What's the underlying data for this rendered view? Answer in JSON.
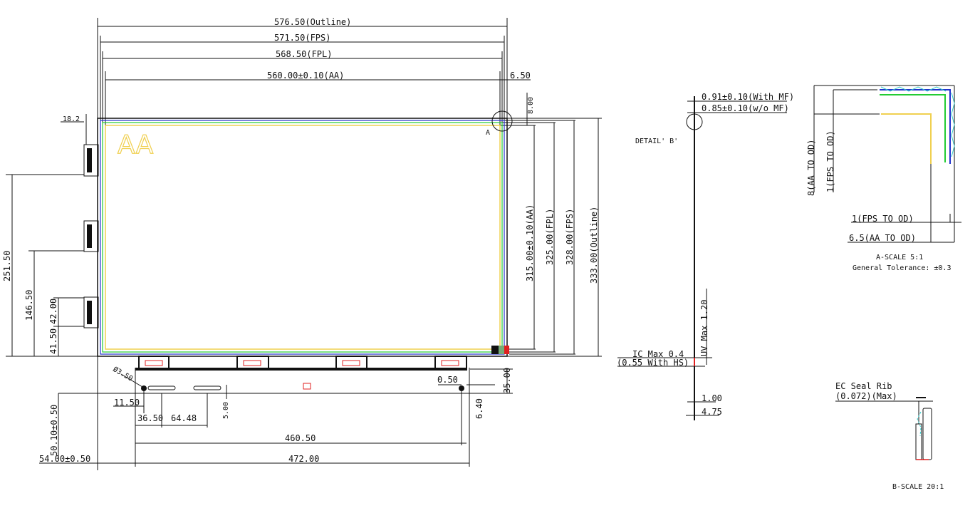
{
  "title": "LCD panel mechanical outline drawing",
  "colors": {
    "outline": "#111111",
    "fps": "#2233cc",
    "fpl": "#22cc33",
    "aa": "#f0d050",
    "connector": "#e02020",
    "seal": "#33cccc"
  },
  "front_view": {
    "aa_label": "AA",
    "point_a_label": "A",
    "dims_horizontal": {
      "outline": "576.50(Outline)",
      "fps": "571.50(FPS)",
      "fpl": "568.50(FPL)",
      "aa": "560.00±0.10(AA)",
      "right_offset": "6.50"
    },
    "dims_vertical": {
      "top_offset": "8.00",
      "aa": "315.00±0.10(AA)",
      "fpl": "325.00(FPL)",
      "fps": "328.00(FPS)",
      "outline": "333.00(Outline)"
    },
    "dims_left": {
      "top_tab": "18.2",
      "tab1": "251.50",
      "tab2": "146.50",
      "tab3_height": "42.00",
      "tab3_offset": "41.50"
    },
    "dims_bottom": {
      "hole_dia": "Ø3.50",
      "hole_x": "11.50",
      "slot1": "36.50",
      "slot2": "64.48",
      "slot_y": "5.00",
      "pcb_height": "50.10±0.50",
      "pcb_offset": "54.00±0.50",
      "hole_span": "460.50",
      "pcb_width": "472.00",
      "right_gap": "0.50",
      "right_height": "35.00",
      "right_hole": "6.40"
    }
  },
  "side_view": {
    "detail_label": "DETAIL' B'",
    "thick_with_mf": "0.91±0.10(With MF)",
    "thick_without_mf": "0.85±0.10(w/o MF)",
    "uv": "UV Max 1.20",
    "ic": "IC Max 0.4",
    "ic_hs": "(0.55 With HS)",
    "dim_1": "1.00",
    "dim_2": "4.75"
  },
  "detail_a": {
    "aa_to_od_v": "8(AA TO OD)",
    "fps_to_od_v": "1(FPS TO OD)",
    "fps_to_od_h": "1(FPS TO OD)",
    "aa_to_od_h": "6.5(AA TO OD)",
    "scale": "A-SCALE 5:1",
    "tolerance": "General Tolerance: ±0.3"
  },
  "detail_b": {
    "seal_rib": "EC Seal Rib",
    "seal_max": "(0.072)(Max)",
    "scale": "B-SCALE 20:1"
  }
}
